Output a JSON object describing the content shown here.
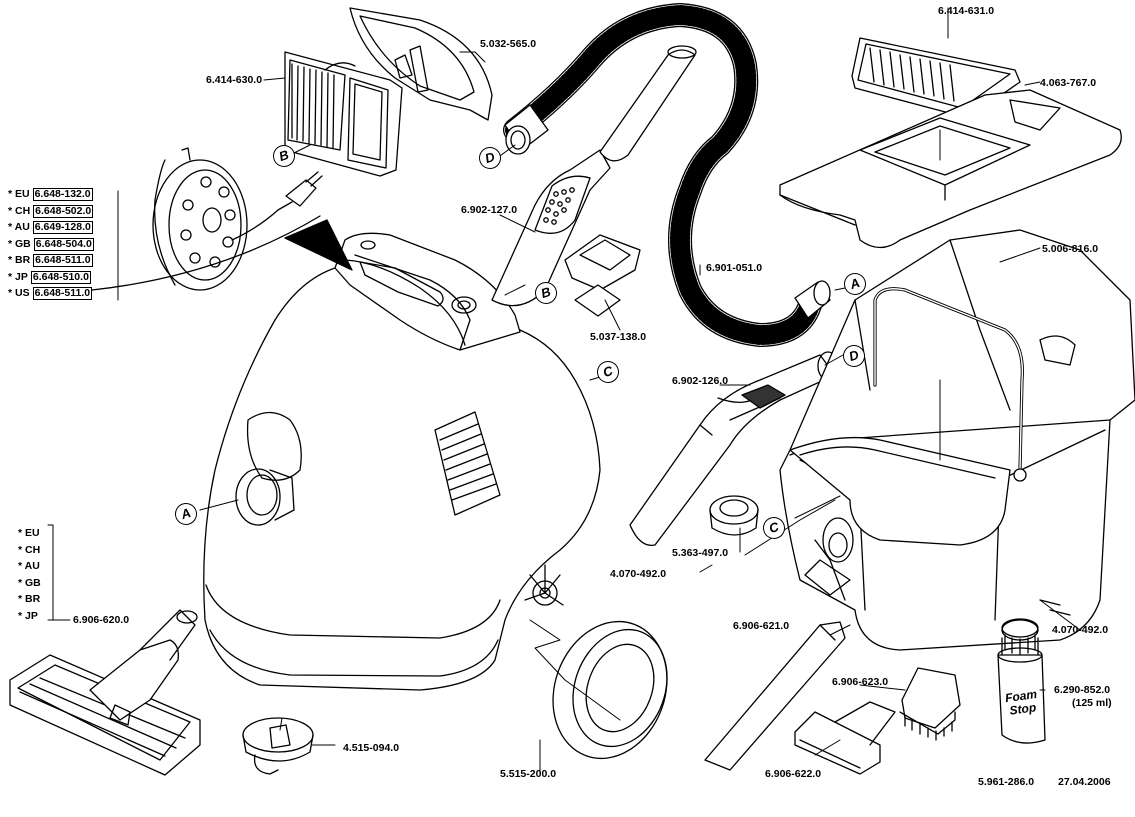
{
  "parts": {
    "p_6414631": "6.414-631.0",
    "p_5032565": "5.032-565.0",
    "p_6414630": "6.414-630.0",
    "p_4063767": "4.063-767.0",
    "p_6902127": "6.902-127.0",
    "p_5006816": "5.006-816.0",
    "p_6901051": "6.901-051.0",
    "p_5037138": "5.037-138.0",
    "p_6902126": "6.902-126.0",
    "p_5363497": "5.363-497.0",
    "p_4070492a": "4.070-492.0",
    "p_4070492b": "4.070-492.0",
    "p_6906620": "6.906-620.0",
    "p_6906621": "6.906-621.0",
    "p_6906623": "6.906-623.0",
    "p_6290852": "6.290-852.0",
    "p_6290852_vol": "(125 ml)",
    "p_4515094": "4.515-094.0",
    "p_5515200": "5.515-200.0",
    "p_6906622": "6.906-622.0"
  },
  "refs": {
    "A": "A",
    "B": "B",
    "C": "C",
    "D": "D"
  },
  "cable_variants": [
    {
      "country": "* EU",
      "part": "6.648-132.0"
    },
    {
      "country": "* CH",
      "part": "6.648-502.0"
    },
    {
      "country": "* AU",
      "part": "6.649-128.0"
    },
    {
      "country": "* GB",
      "part": "6.648-504.0"
    },
    {
      "country": "* BR",
      "part": "6.648-511.0"
    },
    {
      "country": "* JP",
      "part": "6.648-510.0"
    },
    {
      "country": "* US",
      "part": "6.648-511.0"
    }
  ],
  "nozzle_variants": [
    "* EU",
    "* CH",
    "* AU",
    "* GB",
    "* BR",
    "* JP"
  ],
  "foam_bottle": {
    "line1": "Foam",
    "line2": "Stop"
  },
  "footer": {
    "doc_number": "5.961-286.0",
    "date": "27.04.2006"
  }
}
